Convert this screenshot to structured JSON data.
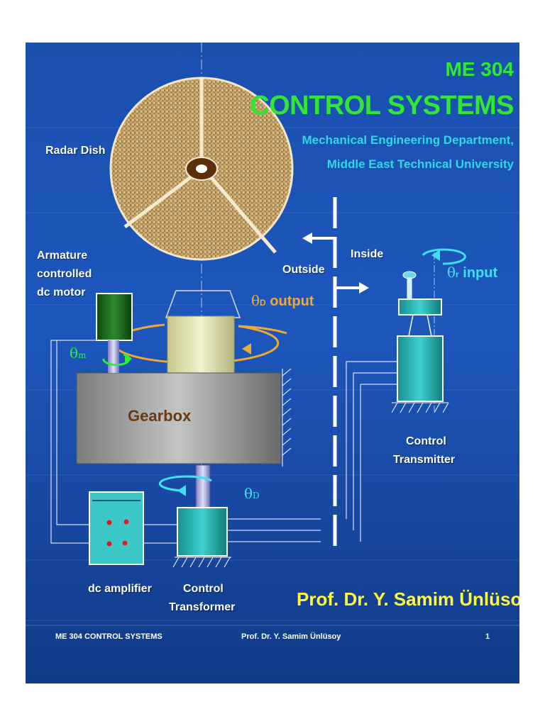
{
  "course_code": "ME 304",
  "title": "CONTROL SYSTEMS",
  "department_line1": "Mechanical Engineering Department,",
  "department_line2": "Middle East Technical University",
  "author": "Prof. Dr. Y. Samim Ünlüsoy",
  "labels": {
    "radar_dish": "Radar Dish",
    "motor_line1": "Armature",
    "motor_line2": "controlled",
    "motor_line3": "dc motor",
    "gearbox": "Gearbox",
    "outside": "Outside",
    "inside": "Inside",
    "output_theta": "θ",
    "output_sub": "D",
    "output_word": "output",
    "input_theta": "θ",
    "input_sub": "r",
    "input_word": "input",
    "motor_theta": "θ",
    "motor_sub": "m",
    "ct_theta": "θ",
    "ct_sub": "D",
    "control_transmitter_line1": "Control",
    "control_transmitter_line2": "Transmitter",
    "dc_amplifier": "dc amplifier",
    "control_transformer_line1": "Control",
    "control_transformer_line2": "Transformer"
  },
  "footer": {
    "left": "ME 304 CONTROL SYSTEMS",
    "center": "Prof. Dr. Y. Samim Ünlüsoy",
    "page": "1"
  },
  "colors": {
    "background": "#1a4fae",
    "title_green": "#33e633",
    "dept_cyan": "#33d6e6",
    "author_yellow": "#ffff33",
    "output_orange": "#f0a830",
    "input_cyan": "#40e0f0",
    "motor_green": "#30ee30"
  }
}
